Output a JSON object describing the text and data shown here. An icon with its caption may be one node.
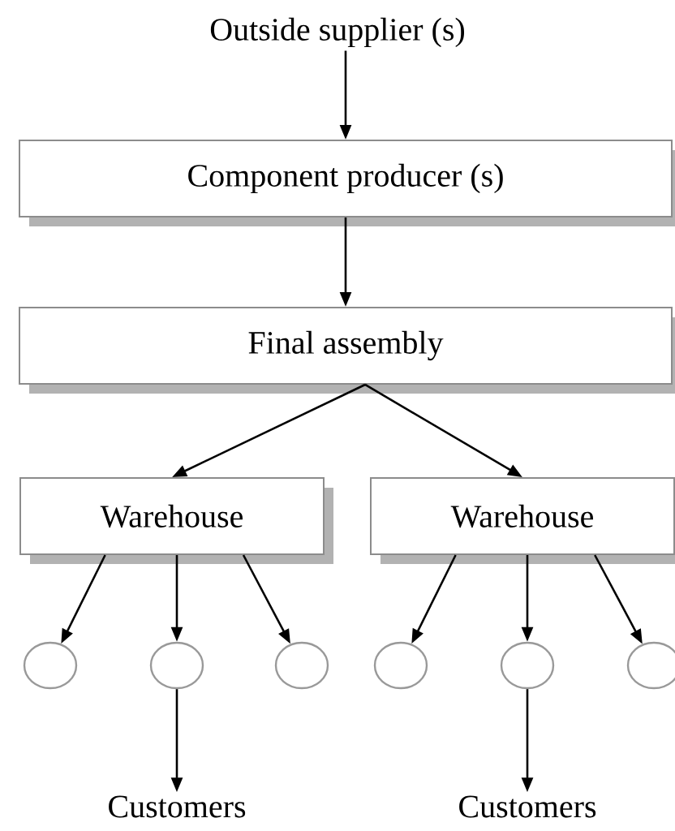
{
  "diagram": {
    "nodes": [
      {
        "text": [
          "Outside supplier (s)"
        ]
      },
      {
        "text": [
          "Component producer (s)"
        ]
      },
      {
        "text": [
          "Final assembly"
        ]
      },
      {
        "text": [
          "Warehouse"
        ]
      },
      {
        "text": [
          "Warehouse"
        ]
      },
      {
        "text": [],
        "shape": "circle"
      },
      {
        "text": [],
        "shape": "circle"
      },
      {
        "text": [],
        "shape": "circle"
      },
      {
        "text": [],
        "shape": "circle"
      },
      {
        "text": [],
        "shape": "circle"
      },
      {
        "text": [],
        "shape": "circle"
      },
      {
        "text": [
          "Customers"
        ]
      },
      {
        "text": [
          "Customers"
        ]
      }
    ],
    "edges": [
      {
        "from": 0,
        "to": 1,
        "arrow": "to"
      },
      {
        "from": 1,
        "to": 2,
        "arrow": "to"
      },
      {
        "from": 2,
        "to": 3,
        "arrow": "to"
      },
      {
        "from": 2,
        "to": 4,
        "arrow": "to"
      },
      {
        "from": 3,
        "to": 5,
        "arrow": "to"
      },
      {
        "from": 3,
        "to": 6,
        "arrow": "to"
      },
      {
        "from": 3,
        "to": 7,
        "arrow": "to"
      },
      {
        "from": 4,
        "to": 8,
        "arrow": "to"
      },
      {
        "from": 4,
        "to": 9,
        "arrow": "to"
      },
      {
        "from": 4,
        "to": 10,
        "arrow": "to"
      },
      {
        "from": 6,
        "to": 11,
        "arrow": "to"
      },
      {
        "from": 9,
        "to": 12,
        "arrow": "to"
      }
    ]
  }
}
